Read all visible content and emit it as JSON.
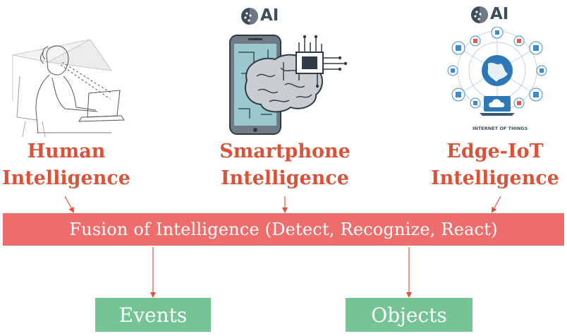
{
  "logos": [
    "AI",
    "AI"
  ],
  "sources": [
    {
      "line1": "Human",
      "line2": "Intelligence",
      "icon": "person-at-laptop-icon"
    },
    {
      "line1": "Smartphone",
      "line2": "Intelligence",
      "icon": "smartphone-brain-chip-icon"
    },
    {
      "line1": "Edge-IoT",
      "line2": "Intelligence",
      "icon": "internet-of-things-icon"
    }
  ],
  "iot_caption": "INTERNET OF THINGS",
  "fusion": "Fusion of Intelligence (Detect, Recognize, React)",
  "outputs": [
    "Events",
    "Objects"
  ],
  "colors": {
    "title": "#d9533b",
    "fusion_bar": "#ee6e6e",
    "output_box": "#74c496",
    "arrow": "#d9533b"
  }
}
